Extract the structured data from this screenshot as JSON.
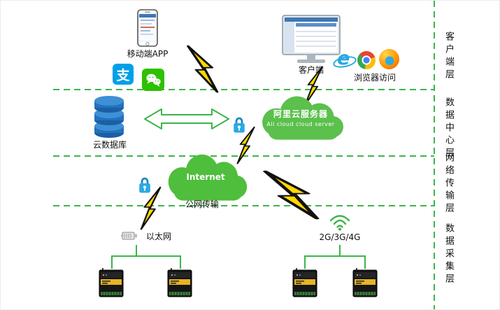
{
  "layer_labels": [
    {
      "label": "客户端层"
    },
    {
      "label": "数据中心层"
    },
    {
      "label": "网络传输层"
    },
    {
      "label": "数据采集层"
    }
  ],
  "nodes": {
    "mobile_app": "移动端APP",
    "alipay_glyph": "支",
    "ie_glyph": "e",
    "client": "客户端",
    "browser_access": "浏览器访问",
    "ali_cloud_cn": "阿里云服务器",
    "ali_cloud_en": "Ali cloud cloud server",
    "cloud_database": "云数据库",
    "internet": "Internet",
    "public_network": "公网传输",
    "ethernet": "以太网",
    "cellular": "2G/3G/4G"
  },
  "colors": {
    "layer_line_green": "#3cb54a",
    "ali_cloud_green": "#5bc04c",
    "internet_cloud_green": "#4fbe3c",
    "database_blue": "#2272bd",
    "lock_blue": "#29abe2",
    "lightning_yellow": "#ffd800",
    "wechat_green": "#2dc100",
    "alipay_blue": "#00a0e9",
    "device_stripe_yellow": "#e6b422"
  }
}
